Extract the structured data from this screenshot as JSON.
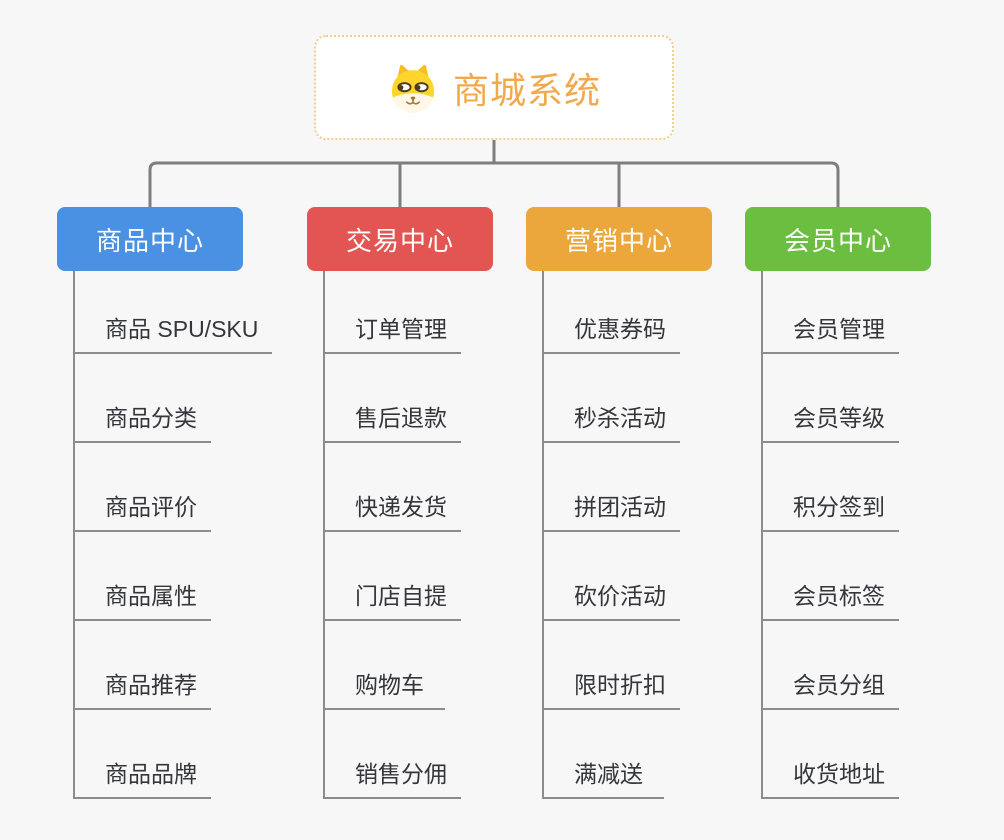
{
  "root": {
    "label": "商城系统",
    "icon": "shiba-dog-emoji"
  },
  "branches": [
    {
      "label": "商品中心",
      "color": "#4B91E3",
      "children": [
        "商品 SPU/SKU",
        "商品分类",
        "商品评价",
        "商品属性",
        "商品推荐",
        "商品品牌"
      ]
    },
    {
      "label": "交易中心",
      "color": "#E25553",
      "children": [
        "订单管理",
        "售后退款",
        "快递发货",
        "门店自提",
        "购物车",
        "销售分佣"
      ]
    },
    {
      "label": "营销中心",
      "color": "#EBA73C",
      "children": [
        "优惠券码",
        "秒杀活动",
        "拼团活动",
        "砍价活动",
        "限时折扣",
        "满减送"
      ]
    },
    {
      "label": "会员中心",
      "color": "#6BBE3F",
      "children": [
        "会员管理",
        "会员等级",
        "积分签到",
        "会员标签",
        "会员分组",
        "收货地址"
      ]
    }
  ],
  "colors": {
    "background": "#F7F7F8",
    "connector": "#7E7E7E",
    "underline": "#8C8C8C",
    "leaf_text": "#35363B",
    "root_text": "#F2A94C",
    "root_border": "#F5C98B"
  }
}
